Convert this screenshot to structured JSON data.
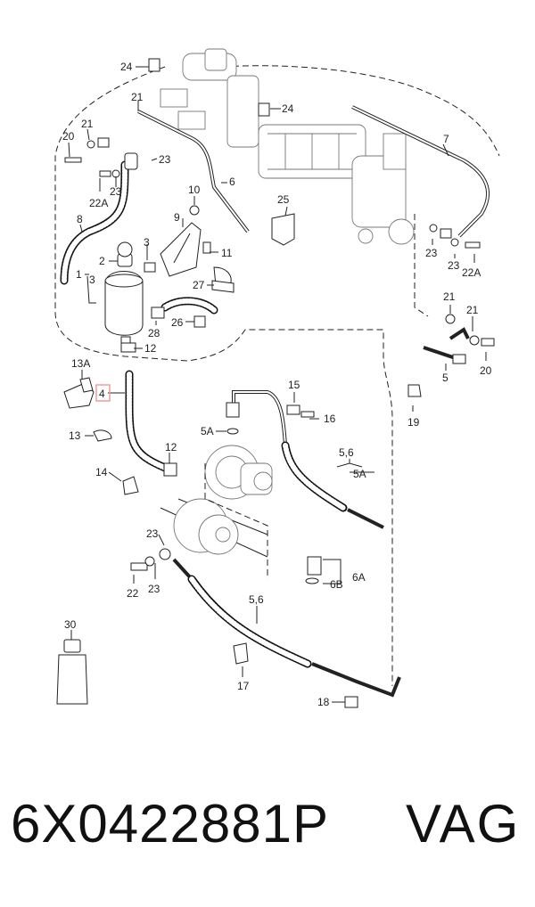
{
  "diagram": {
    "callouts": {
      "c24a": "24",
      "c24b": "24",
      "c21a": "21",
      "c21b": "21",
      "c20": "20",
      "c23a": "23",
      "c22a": "22A",
      "c23b": "23",
      "c6": "6",
      "c7": "7",
      "c8": "8",
      "c10": "10",
      "c9": "9",
      "c25": "25",
      "c3a": "3",
      "c2": "2",
      "c1": "1",
      "c3b": "3",
      "c11": "11",
      "c27": "27",
      "c26": "26",
      "c28": "28",
      "c12a": "12",
      "c23c": "23",
      "c23d": "23",
      "c22b": "22A",
      "c21c": "21",
      "c21d": "21",
      "c5": "5",
      "c20b": "20",
      "c13a": "13A",
      "c4": "4",
      "c15": "15",
      "c16": "16",
      "c19": "19",
      "c5a1": "5A",
      "c13": "13",
      "c12b": "12",
      "c56a": "5,6",
      "c5a2": "5A",
      "c14": "14",
      "c23e": "23",
      "c22c": "22",
      "c23f": "23",
      "c6a": "6A",
      "c6b": "6B",
      "c56b": "5,6",
      "c30": "30",
      "c17": "17",
      "c18": "18"
    }
  },
  "footer": {
    "part_number": "6X0422881P",
    "brand": "VAG"
  },
  "colors": {
    "highlight_box": "#e8a0a0",
    "ink": "#222222"
  }
}
